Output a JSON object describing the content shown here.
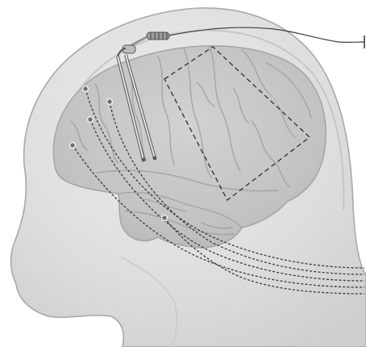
{
  "figure": {
    "kind": "illustration",
    "head_icon": "head-silhouette",
    "brain_icon": "brain-cortex",
    "components": {
      "dashed_region": "dashed-square-outline",
      "depth_electrodes": "depth-electrode-pair",
      "connector": "striped-connector",
      "lead_wire": "external-lead-wire",
      "subdural_contacts": "subdural-contact-points",
      "subdural_wires": "dashed-lead-wires"
    },
    "colors": {
      "head_fill": "#dedede",
      "brain_fill": "#c4c4c4",
      "outline": "#a5a5a5",
      "wire": "#3a3a3a",
      "background": "#ffffff"
    }
  }
}
